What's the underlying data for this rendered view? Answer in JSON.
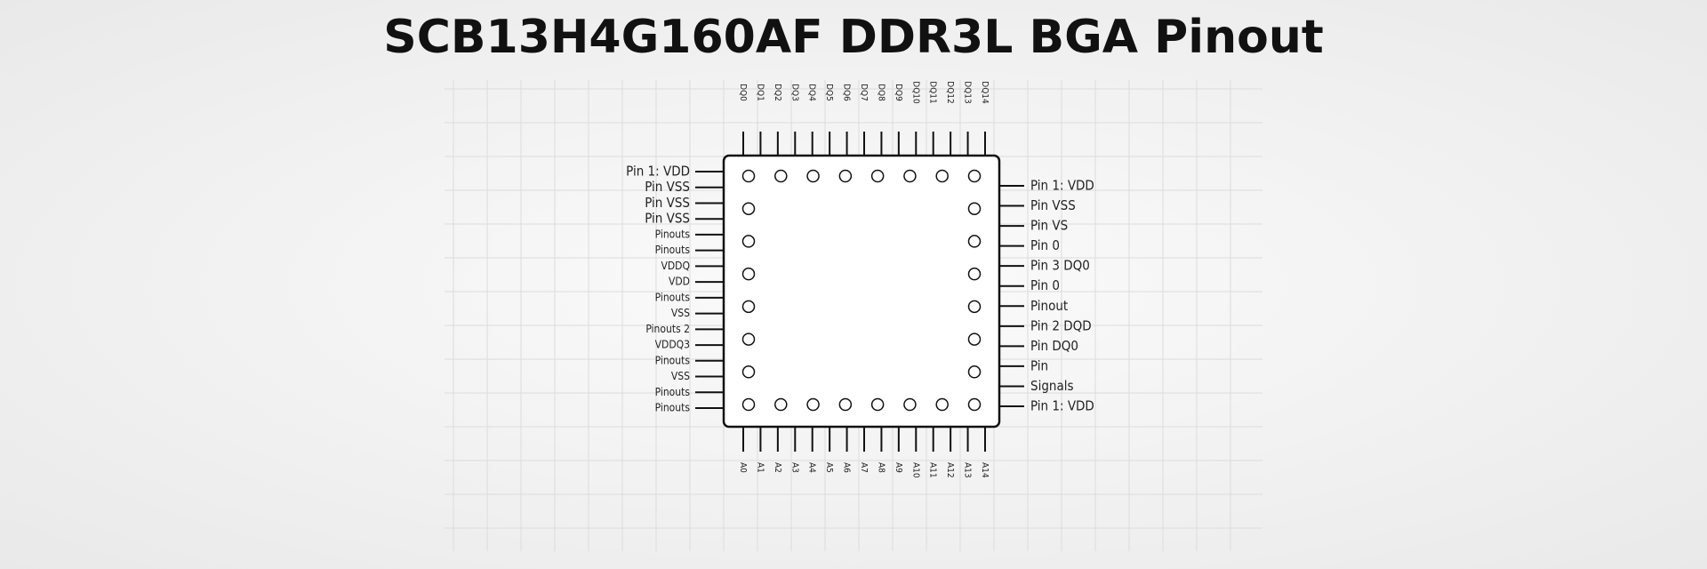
{
  "title": "SCB13H4G160AF DDR3L BGA Pinout",
  "colors": {
    "ink": "#111111",
    "grid": "#d8d8d8",
    "chip_fill": "#ffffff"
  },
  "left_pins": [
    "Pin 1: VDD",
    "Pin VSS",
    "Pin VSS",
    "Pin VSS",
    "Pinouts",
    "Pinouts",
    "VDDQ",
    "VDD",
    "Pinouts",
    "VSS",
    "Pinouts 2",
    "VDDQ3",
    "Pinouts",
    "VSS",
    "Pinouts",
    "Pinouts"
  ],
  "right_pins": [
    "Pin 1: VDD",
    "Pin VSS",
    "Pin VS",
    "Pin 0",
    "Pin 3 DQ0",
    "Pin 0",
    "Pinout",
    "Pin 2 DQD",
    "Pin DQ0",
    "Pin",
    "Signals",
    "Pin 1: VDD"
  ],
  "top_pins": [
    "DQ0",
    "DQ1",
    "DQ2",
    "DQ3",
    "DQ4",
    "DQ5",
    "DQ6",
    "DQ7",
    "DQ8",
    "DQ9",
    "DQ10",
    "DQ11",
    "DQ12",
    "DQ13",
    "DQ14"
  ],
  "bottom_pins": [
    "A0",
    "A1",
    "A2",
    "A3",
    "A4",
    "A5",
    "A6",
    "A7",
    "A8",
    "A9",
    "A10",
    "A11",
    "A12",
    "A13",
    "A14"
  ]
}
